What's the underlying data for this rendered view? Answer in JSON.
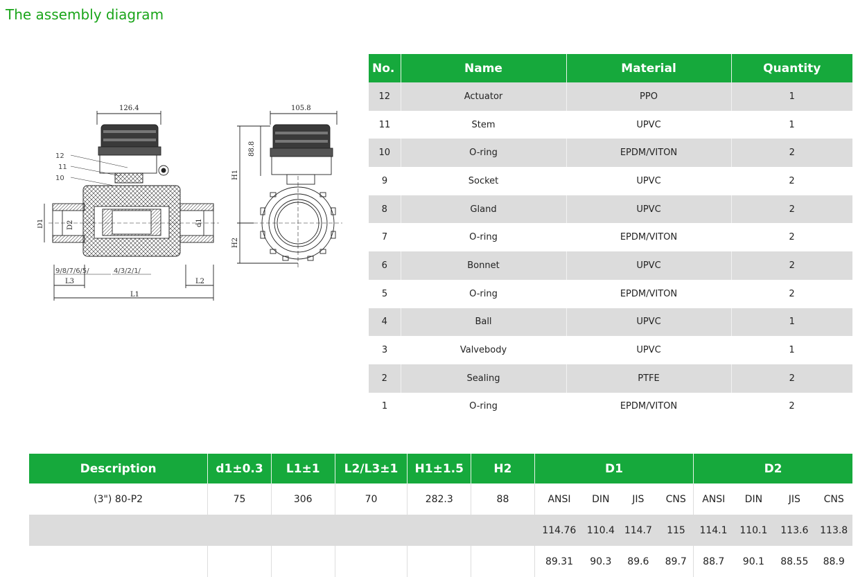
{
  "page": {
    "title": "The assembly diagram"
  },
  "drawing": {
    "dimensions": {
      "width_side": "126.4",
      "width_front": "105.8",
      "actuator_height": "88.8"
    },
    "labels": {
      "h1": "H1",
      "h2": "H2",
      "d1_small": "d1",
      "d1": "D1",
      "d2": "D2",
      "l1": "L1",
      "l2": "L2",
      "l3": "L3"
    },
    "callouts_top": [
      "12",
      "11",
      "10"
    ],
    "callouts_left": "9/8/7/6/5/",
    "callouts_right": "4/3/2/1/"
  },
  "parts_table": {
    "headers": [
      "No.",
      "Name",
      "Material",
      "Quantity"
    ],
    "rows": [
      {
        "no": "12",
        "name": "Actuator",
        "material": "PPO",
        "qty": "1"
      },
      {
        "no": "11",
        "name": "Stem",
        "material": "UPVC",
        "qty": "1"
      },
      {
        "no": "10",
        "name": "O-ring",
        "material": "EPDM/VITON",
        "qty": "2"
      },
      {
        "no": "9",
        "name": "Socket",
        "material": "UPVC",
        "qty": "2"
      },
      {
        "no": "8",
        "name": "Gland",
        "material": "UPVC",
        "qty": "2"
      },
      {
        "no": "7",
        "name": "O-ring",
        "material": "EPDM/VITON",
        "qty": "2"
      },
      {
        "no": "6",
        "name": "Bonnet",
        "material": "UPVC",
        "qty": "2"
      },
      {
        "no": "5",
        "name": "O-ring",
        "material": "EPDM/VITON",
        "qty": "2"
      },
      {
        "no": "4",
        "name": "Ball",
        "material": "UPVC",
        "qty": "1"
      },
      {
        "no": "3",
        "name": "Valvebody",
        "material": "UPVC",
        "qty": "1"
      },
      {
        "no": "2",
        "name": "Sealing",
        "material": "PTFE",
        "qty": "2"
      },
      {
        "no": "1",
        "name": "O-ring",
        "material": "EPDM/VITON",
        "qty": "2"
      }
    ]
  },
  "desc_table": {
    "headers": [
      "Description",
      "d1±0.3",
      "L1±1",
      "L2/L3±1",
      "H1±1.5",
      "H2",
      "D1",
      "D2"
    ],
    "row1": {
      "description": "(3\")  80-P2",
      "d1": "75",
      "l1": "306",
      "l2l3": "70",
      "h1": "282.3",
      "h2": "88",
      "d1_std": [
        "ANSI",
        "DIN",
        "JIS",
        "CNS"
      ],
      "d2_std": [
        "ANSI",
        "DIN",
        "JIS",
        "CNS"
      ]
    },
    "row2": {
      "d1": [
        "114.76",
        "110.4",
        "114.7",
        "115"
      ],
      "d2": [
        "114.1",
        "110.1",
        "113.6",
        "113.8"
      ]
    },
    "row3": {
      "d1": [
        "89.31",
        "90.3",
        "89.6",
        "89.7"
      ],
      "d2": [
        "88.7",
        "90.1",
        "88.55",
        "88.9"
      ]
    }
  }
}
